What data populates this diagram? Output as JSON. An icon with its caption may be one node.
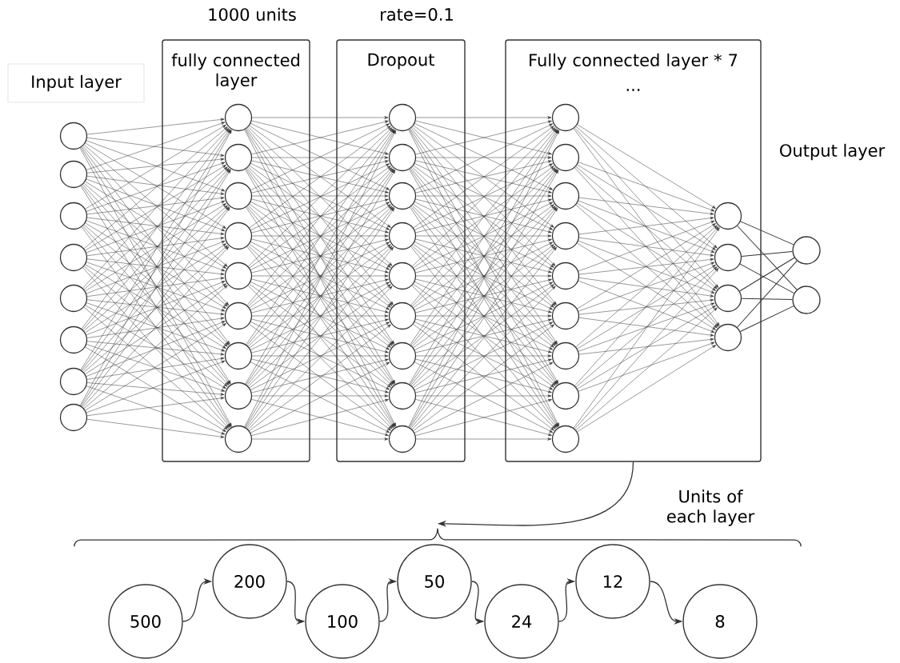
{
  "diagram": {
    "nodes": [
      {
        "text": [
          "Input layer"
        ]
      },
      {
        "text": [],
        "shape": "circle"
      },
      {
        "text": [],
        "shape": "circle"
      },
      {
        "text": [],
        "shape": "circle"
      },
      {
        "text": [],
        "shape": "circle"
      },
      {
        "text": [],
        "shape": "circle"
      },
      {
        "text": [],
        "shape": "circle"
      },
      {
        "text": [],
        "shape": "circle"
      },
      {
        "text": [],
        "shape": "circle"
      },
      {
        "text": [
          "fully connected layer"
        ],
        "beside": [
          "1000 units"
        ]
      },
      {
        "text": [],
        "shape": "circle",
        "in": 9
      },
      {
        "text": [],
        "shape": "circle",
        "in": 9
      },
      {
        "text": [],
        "shape": "circle",
        "in": 9
      },
      {
        "text": [],
        "shape": "circle",
        "in": 9
      },
      {
        "text": [],
        "shape": "circle",
        "in": 9
      },
      {
        "text": [],
        "shape": "circle",
        "in": 9
      },
      {
        "text": [],
        "shape": "circle",
        "in": 9
      },
      {
        "text": [],
        "shape": "circle",
        "in": 9
      },
      {
        "text": [],
        "shape": "circle",
        "in": 9
      },
      {
        "text": [
          "Dropout"
        ],
        "beside": [
          "rate=0.1"
        ]
      },
      {
        "text": [],
        "shape": "circle",
        "in": 19
      },
      {
        "text": [],
        "shape": "circle",
        "in": 19
      },
      {
        "text": [],
        "shape": "circle",
        "in": 19
      },
      {
        "text": [],
        "shape": "circle",
        "in": 19
      },
      {
        "text": [],
        "shape": "circle",
        "in": 19
      },
      {
        "text": [],
        "shape": "circle",
        "in": 19
      },
      {
        "text": [],
        "shape": "circle",
        "in": 19
      },
      {
        "text": [],
        "shape": "circle",
        "in": 19
      },
      {
        "text": [],
        "shape": "circle",
        "in": 19
      },
      {
        "text": [
          "Fully connected layer * 7",
          "..."
        ]
      },
      {
        "text": [],
        "shape": "circle",
        "in": 29
      },
      {
        "text": [],
        "shape": "circle",
        "in": 29
      },
      {
        "text": [],
        "shape": "circle",
        "in": 29
      },
      {
        "text": [],
        "shape": "circle",
        "in": 29
      },
      {
        "text": [],
        "shape": "circle",
        "in": 29
      },
      {
        "text": [],
        "shape": "circle",
        "in": 29
      },
      {
        "text": [],
        "shape": "circle",
        "in": 29
      },
      {
        "text": [],
        "shape": "circle",
        "in": 29
      },
      {
        "text": [],
        "shape": "circle",
        "in": 29
      },
      {
        "text": [],
        "shape": "circle",
        "in": 29
      },
      {
        "text": [],
        "shape": "circle",
        "in": 29
      },
      {
        "text": [],
        "shape": "circle",
        "in": 29
      },
      {
        "text": [],
        "shape": "circle",
        "in": 29
      },
      {
        "text": [],
        "shape": "circle"
      },
      {
        "text": [],
        "shape": "circle"
      },
      {
        "text": [
          "500"
        ]
      },
      {
        "text": [
          "200"
        ]
      },
      {
        "text": [
          "100"
        ]
      },
      {
        "text": [
          "50"
        ]
      },
      {
        "text": [
          "24"
        ]
      },
      {
        "text": [
          "12"
        ]
      },
      {
        "text": [
          "8"
        ]
      },
      {
        "text": [],
        "shape": "bracket"
      }
    ],
    "edges": [
      {
        "from": 1,
        "to": 10,
        "arrow": "to"
      },
      {
        "from": 1,
        "to": 11,
        "arrow": "to"
      },
      {
        "from": 1,
        "to": 12,
        "arrow": "to"
      },
      {
        "from": 1,
        "to": 13,
        "arrow": "to"
      },
      {
        "from": 1,
        "to": 14,
        "arrow": "to"
      },
      {
        "from": 1,
        "to": 15,
        "arrow": "to"
      },
      {
        "from": 1,
        "to": 16,
        "arrow": "to"
      },
      {
        "from": 1,
        "to": 17,
        "arrow": "to"
      },
      {
        "from": 1,
        "to": 18,
        "arrow": "to"
      },
      {
        "from": 2,
        "to": 10,
        "arrow": "to"
      },
      {
        "from": 2,
        "to": 11,
        "arrow": "to"
      },
      {
        "from": 2,
        "to": 12,
        "arrow": "to"
      },
      {
        "from": 2,
        "to": 13,
        "arrow": "to"
      },
      {
        "from": 2,
        "to": 14,
        "arrow": "to"
      },
      {
        "from": 2,
        "to": 15,
        "arrow": "to"
      },
      {
        "from": 2,
        "to": 16,
        "arrow": "to"
      },
      {
        "from": 2,
        "to": 17,
        "arrow": "to"
      },
      {
        "from": 2,
        "to": 18,
        "arrow": "to"
      },
      {
        "from": 3,
        "to": 10,
        "arrow": "to"
      },
      {
        "from": 3,
        "to": 11,
        "arrow": "to"
      },
      {
        "from": 3,
        "to": 12,
        "arrow": "to"
      },
      {
        "from": 3,
        "to": 13,
        "arrow": "to"
      },
      {
        "from": 3,
        "to": 14,
        "arrow": "to"
      },
      {
        "from": 3,
        "to": 15,
        "arrow": "to"
      },
      {
        "from": 3,
        "to": 16,
        "arrow": "to"
      },
      {
        "from": 3,
        "to": 17,
        "arrow": "to"
      },
      {
        "from": 3,
        "to": 18,
        "arrow": "to"
      },
      {
        "from": 4,
        "to": 10,
        "arrow": "to"
      },
      {
        "from": 4,
        "to": 11,
        "arrow": "to"
      },
      {
        "from": 4,
        "to": 12,
        "arrow": "to"
      },
      {
        "from": 4,
        "to": 13,
        "arrow": "to"
      },
      {
        "from": 4,
        "to": 14,
        "arrow": "to"
      },
      {
        "from": 4,
        "to": 15,
        "arrow": "to"
      },
      {
        "from": 4,
        "to": 16,
        "arrow": "to"
      },
      {
        "from": 4,
        "to": 17,
        "arrow": "to"
      },
      {
        "from": 4,
        "to": 18,
        "arrow": "to"
      },
      {
        "from": 5,
        "to": 10,
        "arrow": "to"
      },
      {
        "from": 5,
        "to": 11,
        "arrow": "to"
      },
      {
        "from": 5,
        "to": 12,
        "arrow": "to"
      },
      {
        "from": 5,
        "to": 13,
        "arrow": "to"
      },
      {
        "from": 5,
        "to": 14,
        "arrow": "to"
      },
      {
        "from": 5,
        "to": 15,
        "arrow": "to"
      },
      {
        "from": 5,
        "to": 16,
        "arrow": "to"
      },
      {
        "from": 5,
        "to": 17,
        "arrow": "to"
      },
      {
        "from": 5,
        "to": 18,
        "arrow": "to"
      },
      {
        "from": 6,
        "to": 10,
        "arrow": "to"
      },
      {
        "from": 6,
        "to": 11,
        "arrow": "to"
      },
      {
        "from": 6,
        "to": 12,
        "arrow": "to"
      },
      {
        "from": 6,
        "to": 13,
        "arrow": "to"
      },
      {
        "from": 6,
        "to": 14,
        "arrow": "to"
      },
      {
        "from": 6,
        "to": 15,
        "arrow": "to"
      },
      {
        "from": 6,
        "to": 16,
        "arrow": "to"
      },
      {
        "from": 6,
        "to": 17,
        "arrow": "to"
      },
      {
        "from": 6,
        "to": 18,
        "arrow": "to"
      },
      {
        "from": 7,
        "to": 10,
        "arrow": "to"
      },
      {
        "from": 7,
        "to": 11,
        "arrow": "to"
      },
      {
        "from": 7,
        "to": 12,
        "arrow": "to"
      },
      {
        "from": 7,
        "to": 13,
        "arrow": "to"
      },
      {
        "from": 7,
        "to": 14,
        "arrow": "to"
      },
      {
        "from": 7,
        "to": 15,
        "arrow": "to"
      },
      {
        "from": 7,
        "to": 16,
        "arrow": "to"
      },
      {
        "from": 7,
        "to": 17,
        "arrow": "to"
      },
      {
        "from": 7,
        "to": 18,
        "arrow": "to"
      },
      {
        "from": 8,
        "to": 10,
        "arrow": "to"
      },
      {
        "from": 8,
        "to": 11,
        "arrow": "to"
      },
      {
        "from": 8,
        "to": 12,
        "arrow": "to"
      },
      {
        "from": 8,
        "to": 13,
        "arrow": "to"
      },
      {
        "from": 8,
        "to": 14,
        "arrow": "to"
      },
      {
        "from": 8,
        "to": 15,
        "arrow": "to"
      },
      {
        "from": 8,
        "to": 16,
        "arrow": "to"
      },
      {
        "from": 8,
        "to": 17,
        "arrow": "to"
      },
      {
        "from": 8,
        "to": 18,
        "arrow": "to"
      },
      {
        "from": 10,
        "to": 20,
        "arrow": "to"
      },
      {
        "from": 10,
        "to": 21,
        "arrow": "to"
      },
      {
        "from": 10,
        "to": 22,
        "arrow": "to"
      },
      {
        "from": 10,
        "to": 23,
        "arrow": "to"
      },
      {
        "from": 10,
        "to": 24,
        "arrow": "to"
      },
      {
        "from": 10,
        "to": 25,
        "arrow": "to"
      },
      {
        "from": 10,
        "to": 26,
        "arrow": "to"
      },
      {
        "from": 10,
        "to": 27,
        "arrow": "to"
      },
      {
        "from": 10,
        "to": 28,
        "arrow": "to"
      },
      {
        "from": 11,
        "to": 20,
        "arrow": "to"
      },
      {
        "from": 11,
        "to": 21,
        "arrow": "to"
      },
      {
        "from": 11,
        "to": 22,
        "arrow": "to"
      },
      {
        "from": 11,
        "to": 23,
        "arrow": "to"
      },
      {
        "from": 11,
        "to": 24,
        "arrow": "to"
      },
      {
        "from": 11,
        "to": 25,
        "arrow": "to"
      },
      {
        "from": 11,
        "to": 26,
        "arrow": "to"
      },
      {
        "from": 11,
        "to": 27,
        "arrow": "to"
      },
      {
        "from": 11,
        "to": 28,
        "arrow": "to"
      },
      {
        "from": 12,
        "to": 20,
        "arrow": "to"
      },
      {
        "from": 12,
        "to": 21,
        "arrow": "to"
      },
      {
        "from": 12,
        "to": 22,
        "arrow": "to"
      },
      {
        "from": 12,
        "to": 23,
        "arrow": "to"
      },
      {
        "from": 12,
        "to": 24,
        "arrow": "to"
      },
      {
        "from": 12,
        "to": 25,
        "arrow": "to"
      },
      {
        "from": 12,
        "to": 26,
        "arrow": "to"
      },
      {
        "from": 12,
        "to": 27,
        "arrow": "to"
      },
      {
        "from": 12,
        "to": 28,
        "arrow": "to"
      },
      {
        "from": 13,
        "to": 20,
        "arrow": "to"
      },
      {
        "from": 13,
        "to": 21,
        "arrow": "to"
      },
      {
        "from": 13,
        "to": 22,
        "arrow": "to"
      },
      {
        "from": 13,
        "to": 23,
        "arrow": "to"
      },
      {
        "from": 13,
        "to": 24,
        "arrow": "to"
      },
      {
        "from": 13,
        "to": 25,
        "arrow": "to"
      },
      {
        "from": 13,
        "to": 26,
        "arrow": "to"
      },
      {
        "from": 13,
        "to": 27,
        "arrow": "to"
      },
      {
        "from": 13,
        "to": 28,
        "arrow": "to"
      },
      {
        "from": 14,
        "to": 20,
        "arrow": "to"
      },
      {
        "from": 14,
        "to": 21,
        "arrow": "to"
      },
      {
        "from": 14,
        "to": 22,
        "arrow": "to"
      },
      {
        "from": 14,
        "to": 23,
        "arrow": "to"
      },
      {
        "from": 14,
        "to": 24,
        "arrow": "to"
      },
      {
        "from": 14,
        "to": 25,
        "arrow": "to"
      },
      {
        "from": 14,
        "to": 26,
        "arrow": "to"
      },
      {
        "from": 14,
        "to": 27,
        "arrow": "to"
      },
      {
        "from": 14,
        "to": 28,
        "arrow": "to"
      },
      {
        "from": 15,
        "to": 20,
        "arrow": "to"
      },
      {
        "from": 15,
        "to": 21,
        "arrow": "to"
      },
      {
        "from": 15,
        "to": 22,
        "arrow": "to"
      },
      {
        "from": 15,
        "to": 23,
        "arrow": "to"
      },
      {
        "from": 15,
        "to": 24,
        "arrow": "to"
      },
      {
        "from": 15,
        "to": 25,
        "arrow": "to"
      },
      {
        "from": 15,
        "to": 26,
        "arrow": "to"
      },
      {
        "from": 15,
        "to": 27,
        "arrow": "to"
      },
      {
        "from": 15,
        "to": 28,
        "arrow": "to"
      },
      {
        "from": 16,
        "to": 20,
        "arrow": "to"
      },
      {
        "from": 16,
        "to": 21,
        "arrow": "to"
      },
      {
        "from": 16,
        "to": 22,
        "arrow": "to"
      },
      {
        "from": 16,
        "to": 23,
        "arrow": "to"
      },
      {
        "from": 16,
        "to": 24,
        "arrow": "to"
      },
      {
        "from": 16,
        "to": 25,
        "arrow": "to"
      },
      {
        "from": 16,
        "to": 26,
        "arrow": "to"
      },
      {
        "from": 16,
        "to": 27,
        "arrow": "to"
      },
      {
        "from": 16,
        "to": 28,
        "arrow": "to"
      },
      {
        "from": 17,
        "to": 20,
        "arrow": "to"
      },
      {
        "from": 17,
        "to": 21,
        "arrow": "to"
      },
      {
        "from": 17,
        "to": 22,
        "arrow": "to"
      },
      {
        "from": 17,
        "to": 23,
        "arrow": "to"
      },
      {
        "from": 17,
        "to": 24,
        "arrow": "to"
      },
      {
        "from": 17,
        "to": 25,
        "arrow": "to"
      },
      {
        "from": 17,
        "to": 26,
        "arrow": "to"
      },
      {
        "from": 17,
        "to": 27,
        "arrow": "to"
      },
      {
        "from": 17,
        "to": 28,
        "arrow": "to"
      },
      {
        "from": 18,
        "to": 20,
        "arrow": "to"
      },
      {
        "from": 18,
        "to": 21,
        "arrow": "to"
      },
      {
        "from": 18,
        "to": 22,
        "arrow": "to"
      },
      {
        "from": 18,
        "to": 23,
        "arrow": "to"
      },
      {
        "from": 18,
        "to": 24,
        "arrow": "to"
      },
      {
        "from": 18,
        "to": 25,
        "arrow": "to"
      },
      {
        "from": 18,
        "to": 26,
        "arrow": "to"
      },
      {
        "from": 18,
        "to": 27,
        "arrow": "to"
      },
      {
        "from": 18,
        "to": 28,
        "arrow": "to"
      },
      {
        "from": 20,
        "to": 30,
        "arrow": "to"
      },
      {
        "from": 20,
        "to": 31,
        "arrow": "to"
      },
      {
        "from": 20,
        "to": 32,
        "arrow": "to"
      },
      {
        "from": 20,
        "to": 33,
        "arrow": "to"
      },
      {
        "from": 20,
        "to": 34,
        "arrow": "to"
      },
      {
        "from": 20,
        "to": 35,
        "arrow": "to"
      },
      {
        "from": 20,
        "to": 36,
        "arrow": "to"
      },
      {
        "from": 20,
        "to": 37,
        "arrow": "to"
      },
      {
        "from": 20,
        "to": 38,
        "arrow": "to"
      },
      {
        "from": 21,
        "to": 30,
        "arrow": "to"
      },
      {
        "from": 21,
        "to": 31,
        "arrow": "to"
      },
      {
        "from": 21,
        "to": 32,
        "arrow": "to"
      },
      {
        "from": 21,
        "to": 33,
        "arrow": "to"
      },
      {
        "from": 21,
        "to": 34,
        "arrow": "to"
      },
      {
        "from": 21,
        "to": 35,
        "arrow": "to"
      },
      {
        "from": 21,
        "to": 36,
        "arrow": "to"
      },
      {
        "from": 21,
        "to": 37,
        "arrow": "to"
      },
      {
        "from": 21,
        "to": 38,
        "arrow": "to"
      },
      {
        "from": 22,
        "to": 30,
        "arrow": "to"
      },
      {
        "from": 22,
        "to": 31,
        "arrow": "to"
      },
      {
        "from": 22,
        "to": 32,
        "arrow": "to"
      },
      {
        "from": 22,
        "to": 33,
        "arrow": "to"
      },
      {
        "from": 22,
        "to": 34,
        "arrow": "to"
      },
      {
        "from": 22,
        "to": 35,
        "arrow": "to"
      },
      {
        "from": 22,
        "to": 36,
        "arrow": "to"
      },
      {
        "from": 22,
        "to": 37,
        "arrow": "to"
      },
      {
        "from": 22,
        "to": 38,
        "arrow": "to"
      },
      {
        "from": 23,
        "to": 30,
        "arrow": "to"
      },
      {
        "from": 23,
        "to": 31,
        "arrow": "to"
      },
      {
        "from": 23,
        "to": 32,
        "arrow": "to"
      },
      {
        "from": 23,
        "to": 33,
        "arrow": "to"
      },
      {
        "from": 23,
        "to": 34,
        "arrow": "to"
      },
      {
        "from": 23,
        "to": 35,
        "arrow": "to"
      },
      {
        "from": 23,
        "to": 36,
        "arrow": "to"
      },
      {
        "from": 23,
        "to": 37,
        "arrow": "to"
      },
      {
        "from": 23,
        "to": 38,
        "arrow": "to"
      },
      {
        "from": 24,
        "to": 30,
        "arrow": "to"
      },
      {
        "from": 24,
        "to": 31,
        "arrow": "to"
      },
      {
        "from": 24,
        "to": 32,
        "arrow": "to"
      },
      {
        "from": 24,
        "to": 33,
        "arrow": "to"
      },
      {
        "from": 24,
        "to": 34,
        "arrow": "to"
      },
      {
        "from": 24,
        "to": 35,
        "arrow": "to"
      },
      {
        "from": 24,
        "to": 36,
        "arrow": "to"
      },
      {
        "from": 24,
        "to": 37,
        "arrow": "to"
      },
      {
        "from": 24,
        "to": 38,
        "arrow": "to"
      },
      {
        "from": 25,
        "to": 30,
        "arrow": "to"
      },
      {
        "from": 25,
        "to": 31,
        "arrow": "to"
      },
      {
        "from": 25,
        "to": 32,
        "arrow": "to"
      },
      {
        "from": 25,
        "to": 33,
        "arrow": "to"
      },
      {
        "from": 25,
        "to": 34,
        "arrow": "to"
      },
      {
        "from": 25,
        "to": 35,
        "arrow": "to"
      },
      {
        "from": 25,
        "to": 36,
        "arrow": "to"
      },
      {
        "from": 25,
        "to": 37,
        "arrow": "to"
      },
      {
        "from": 25,
        "to": 38,
        "arrow": "to"
      },
      {
        "from": 26,
        "to": 30,
        "arrow": "to"
      },
      {
        "from": 26,
        "to": 31,
        "arrow": "to"
      },
      {
        "from": 26,
        "to": 32,
        "arrow": "to"
      },
      {
        "from": 26,
        "to": 33,
        "arrow": "to"
      },
      {
        "from": 26,
        "to": 34,
        "arrow": "to"
      },
      {
        "from": 26,
        "to": 35,
        "arrow": "to"
      },
      {
        "from": 26,
        "to": 36,
        "arrow": "to"
      },
      {
        "from": 26,
        "to": 37,
        "arrow": "to"
      },
      {
        "from": 26,
        "to": 38,
        "arrow": "to"
      },
      {
        "from": 27,
        "to": 30,
        "arrow": "to"
      },
      {
        "from": 27,
        "to": 31,
        "arrow": "to"
      },
      {
        "from": 27,
        "to": 32,
        "arrow": "to"
      },
      {
        "from": 27,
        "to": 33,
        "arrow": "to"
      },
      {
        "from": 27,
        "to": 34,
        "arrow": "to"
      },
      {
        "from": 27,
        "to": 35,
        "arrow": "to"
      },
      {
        "from": 27,
        "to": 36,
        "arrow": "to"
      },
      {
        "from": 27,
        "to": 37,
        "arrow": "to"
      },
      {
        "from": 27,
        "to": 38,
        "arrow": "to"
      },
      {
        "from": 28,
        "to": 30,
        "arrow": "to"
      },
      {
        "from": 28,
        "to": 31,
        "arrow": "to"
      },
      {
        "from": 28,
        "to": 32,
        "arrow": "to"
      },
      {
        "from": 28,
        "to": 33,
        "arrow": "to"
      },
      {
        "from": 28,
        "to": 34,
        "arrow": "to"
      },
      {
        "from": 28,
        "to": 35,
        "arrow": "to"
      },
      {
        "from": 28,
        "to": 36,
        "arrow": "to"
      },
      {
        "from": 28,
        "to": 37,
        "arrow": "to"
      },
      {
        "from": 28,
        "to": 38,
        "arrow": "to"
      },
      {
        "from": 30,
        "to": 39,
        "arrow": "to"
      },
      {
        "from": 30,
        "to": 40,
        "arrow": "to"
      },
      {
        "from": 30,
        "to": 41,
        "arrow": "to"
      },
      {
        "from": 30,
        "to": 42,
        "arrow": "to"
      },
      {
        "from": 31,
        "to": 39,
        "arrow": "to"
      },
      {
        "from": 31,
        "to": 40,
        "arrow": "to"
      },
      {
        "from": 31,
        "to": 41,
        "arrow": "to"
      },
      {
        "from": 31,
        "to": 42,
        "arrow": "to"
      },
      {
        "from": 32,
        "to": 39,
        "arrow": "to"
      },
      {
        "from": 32,
        "to": 40,
        "arrow": "to"
      },
      {
        "from": 32,
        "to": 41,
        "arrow": "to"
      },
      {
        "from": 32,
        "to": 42,
        "arrow": "to"
      },
      {
        "from": 33,
        "to": 39,
        "arrow": "to"
      },
      {
        "from": 33,
        "to": 40,
        "arrow": "to"
      },
      {
        "from": 33,
        "to": 41,
        "arrow": "to"
      },
      {
        "from": 33,
        "to": 42,
        "arrow": "to"
      },
      {
        "from": 34,
        "to": 39,
        "arrow": "to"
      },
      {
        "from": 34,
        "to": 40,
        "arrow": "to"
      },
      {
        "from": 34,
        "to": 41,
        "arrow": "to"
      },
      {
        "from": 34,
        "to": 42,
        "arrow": "to"
      },
      {
        "from": 35,
        "to": 39,
        "arrow": "to"
      },
      {
        "from": 35,
        "to": 40,
        "arrow": "to"
      },
      {
        "from": 35,
        "to": 41,
        "arrow": "to"
      },
      {
        "from": 35,
        "to": 42,
        "arrow": "to"
      },
      {
        "from": 36,
        "to": 39,
        "arrow": "to"
      },
      {
        "from": 36,
        "to": 40,
        "arrow": "to"
      },
      {
        "from": 36,
        "to": 41,
        "arrow": "to"
      },
      {
        "from": 36,
        "to": 42,
        "arrow": "to"
      },
      {
        "from": 37,
        "to": 39,
        "arrow": "to"
      },
      {
        "from": 37,
        "to": 40,
        "arrow": "to"
      },
      {
        "from": 37,
        "to": 41,
        "arrow": "to"
      },
      {
        "from": 37,
        "to": 42,
        "arrow": "to"
      },
      {
        "from": 38,
        "to": 39,
        "arrow": "to"
      },
      {
        "from": 38,
        "to": 40,
        "arrow": "to"
      },
      {
        "from": 38,
        "to": 41,
        "arrow": "to"
      },
      {
        "from": 38,
        "to": 42,
        "arrow": "to"
      },
      {
        "from": 39,
        "to": 43,
        "arrow": "none"
      },
      {
        "from": 39,
        "to": 44,
        "arrow": "none"
      },
      {
        "from": 40,
        "to": 43,
        "arrow": "none"
      },
      {
        "from": 40,
        "to": 44,
        "arrow": "none"
      },
      {
        "from": 41,
        "to": 43,
        "arrow": "none"
      },
      {
        "from": 41,
        "to": 44,
        "arrow": "none"
      },
      {
        "from": 42,
        "to": 43,
        "arrow": "none"
      },
      {
        "from": 42,
        "to": 44,
        "arrow": "none"
      },
      {
        "from": 29,
        "to": 52,
        "arrow": "to"
      },
      {
        "from": 45,
        "to": 46,
        "arrow": "to"
      },
      {
        "from": 46,
        "to": 47,
        "arrow": "to"
      },
      {
        "from": 47,
        "to": 48,
        "arrow": "to"
      },
      {
        "from": 48,
        "to": 49,
        "arrow": "to"
      },
      {
        "from": 49,
        "to": 50,
        "arrow": "to"
      },
      {
        "from": 50,
        "to": 51,
        "arrow": "to"
      }
    ],
    "labels": [
      "Output layer",
      "Units of each layer"
    ]
  }
}
